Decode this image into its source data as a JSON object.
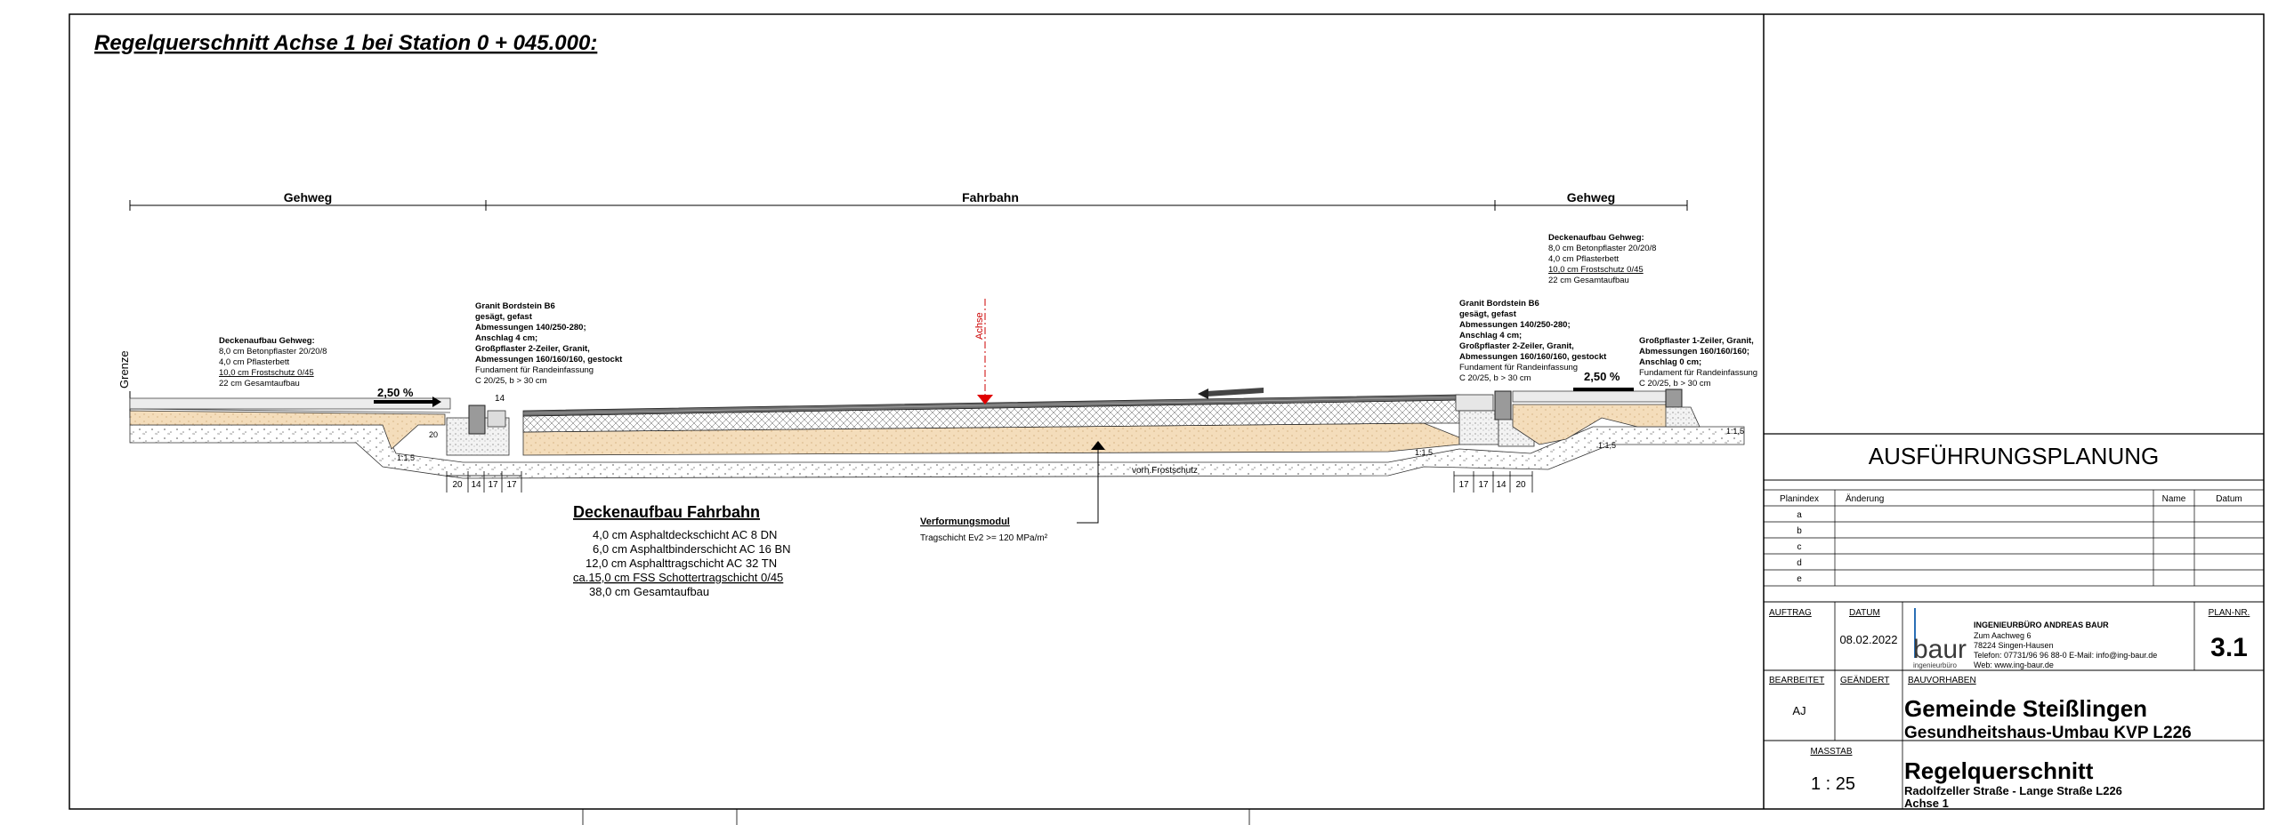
{
  "title": "Regelquerschnitt Achse 1 bei Station 0 + 045.000:",
  "zones": {
    "left": "Gehweg",
    "middle": "Fahrbahn",
    "right": "Gehweg"
  },
  "grenze_label": "Grenze",
  "achse_label": "Achse",
  "slope_left": "2,50 %",
  "slope_right": "2,50 %",
  "slope_ratio": "1:1,5",
  "small_14": "14",
  "small_20": "20",
  "left_curb_note": {
    "lines": [
      "Granit Bordstein B6",
      "gesägt, gefast",
      "Abmessungen 140/250-280;",
      "Anschlag 4 cm;",
      "Großpflaster 2-Zeiler, Granit,",
      "Abmessungen 160/160/160, gestockt",
      "Fundament für Randeinfassung",
      "C 20/25, b > 30 cm"
    ]
  },
  "left_gehweg_note": {
    "lines": [
      "Deckenaufbau Gehweg:",
      "8,0 cm Betonpflaster 20/20/8",
      "4,0 cm Pflasterbett",
      "10,0 cm Frostschutz 0/45",
      "22 cm Gesamtaufbau"
    ]
  },
  "right_gehweg_note": {
    "lines": [
      "Deckenaufbau Gehweg:",
      "8,0 cm Betonpflaster 20/20/8",
      "4,0 cm Pflasterbett",
      "10,0 cm Frostschutz 0/45",
      "22 cm Gesamtaufbau"
    ]
  },
  "right_curb_note": {
    "lines": [
      "Granit Bordstein B6",
      "gesägt, gefast",
      "Abmessungen 140/250-280;",
      "Anschlag 4 cm;",
      "Großpflaster 2-Zeiler, Granit,",
      "Abmessungen 160/160/160, gestockt",
      "Fundament für Randeinfassung",
      "C 20/25, b > 30 cm"
    ]
  },
  "right_edge_note": {
    "lines": [
      "Großpflaster 1-Zeiler, Granit,",
      "Abmessungen 160/160/160;",
      "Anschlag 0 cm;",
      "Fundament für Randeinfassung",
      "C 20/25, b > 30 cm"
    ]
  },
  "dims_left": [
    "20",
    "14",
    "17",
    "17"
  ],
  "dims_right": [
    "17",
    "17",
    "14",
    "20"
  ],
  "frostschutz_label": "vorh.Frostschutz",
  "fahrbahn_build": {
    "heading": "Deckenaufbau Fahrbahn",
    "layers": [
      "4,0 cm  Asphaltdeckschicht AC 8 DN",
      "6,0 cm  Asphaltbinderschicht AC 16 BN",
      "12,0 cm  Asphalttragschicht AC 32 TN",
      "ca.15,0 cm  FSS Schottertragschicht 0/45",
      "38,0 cm  Gesamtaufbau"
    ]
  },
  "verformung": {
    "heading": "Verformungsmodul",
    "text": "Tragschicht  Ev2  >= 120 MPa/m²"
  },
  "titleblock": {
    "planung": "AUSFÜHRUNGSPLANUNG",
    "planindex_header": "Planindex",
    "aenderung_header": "Änderung",
    "name_header": "Name",
    "datum_header": "Datum",
    "index_rows": [
      "a",
      "b",
      "c",
      "d",
      "e"
    ],
    "auftrag_label": "AUFTRAG",
    "datum_label": "DATUM",
    "datum_value": "08.02.2022",
    "company": [
      "INGENIEURBÜRO ANDREAS BAUR",
      "Zum Aachweg 6",
      "78224 Singen-Hausen",
      "Telefon: 07731/96 96 88-0 E-Mail: info@ing-baur.de",
      "Web: www.ing-baur.de"
    ],
    "logo_word": "baur",
    "logo_sub": "ingenieurbüro",
    "plan_nr_label": "PLAN-NR.",
    "plan_nr": "3.1",
    "bearbeitet_label": "BEARBEITET",
    "bearbeitet_value": "AJ",
    "geaendert_label": "GEÄNDERT",
    "bauvorhaben_label": "BAUVORHABEN",
    "gemeinde": "Gemeinde Steißlingen",
    "projekt": "Gesundheitshaus-Umbau KVP L226",
    "massstab_label": "MASSTAB",
    "massstab": "1 : 25",
    "plan_title": "Regelquerschnitt",
    "plan_sub1": "Radolfzeller Straße - Lange Straße L226",
    "plan_sub2": "Achse 1"
  }
}
